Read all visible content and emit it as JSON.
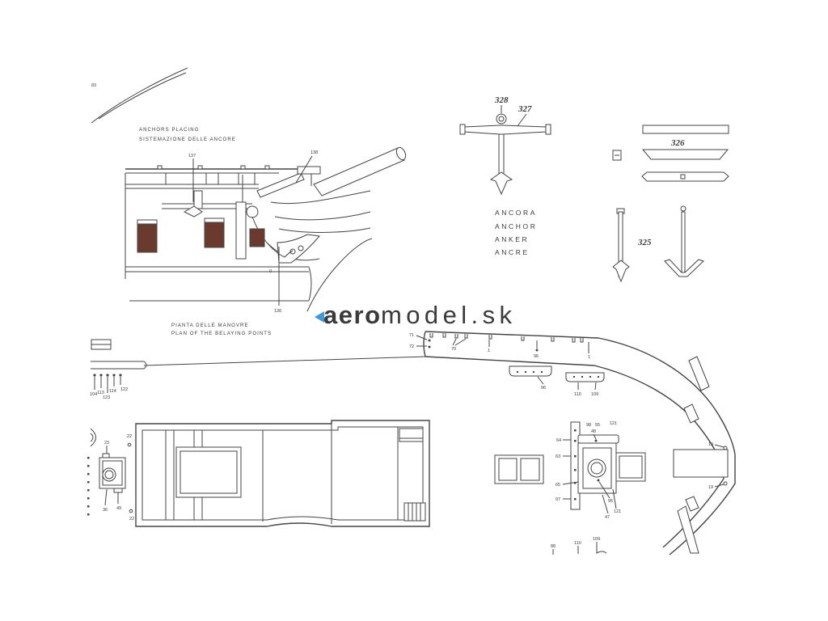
{
  "colors": {
    "paper": "#ffffff",
    "ink": "#454545",
    "port_fill": "#6b3a2f",
    "brand_light": "#3d9ae0",
    "brand_dark": "#1d3c78"
  },
  "watermark": {
    "light": "aero",
    "dark": "model.sk"
  },
  "corner_label": "83",
  "anchors_placing": {
    "title_en": "ANCHORS PLACING",
    "title_it": "SISTEMAZIONE DELLE ANCORE",
    "callouts": [
      "137",
      "138",
      "136",
      "0"
    ]
  },
  "anchor_parts": [
    "328",
    "327",
    "326",
    "325"
  ],
  "anchor_names": [
    "ANCORA",
    "ANCHOR",
    "ANKER",
    "ANCRE"
  ],
  "belaying_plan": {
    "title_it": "PIANTA DELLE MANOVRE",
    "title_en": "PLAN OF THE BELAYING POINTS",
    "rail_labels": [
      "71",
      "72",
      "70",
      "1",
      "96",
      "1",
      "96",
      "110",
      "109"
    ],
    "pin_rack_labels": [
      "104",
      "113",
      "123",
      "114",
      "122"
    ],
    "bitts_labels": [
      "23",
      "22",
      "36",
      "49",
      "22"
    ],
    "capstan_labels": [
      "64",
      "98",
      "55",
      "121",
      "48",
      "63",
      "65",
      "97",
      "95",
      "47",
      "121"
    ],
    "bow_labels": [
      "19",
      "19"
    ],
    "lower_labels": [
      "88",
      "110",
      "109"
    ]
  }
}
